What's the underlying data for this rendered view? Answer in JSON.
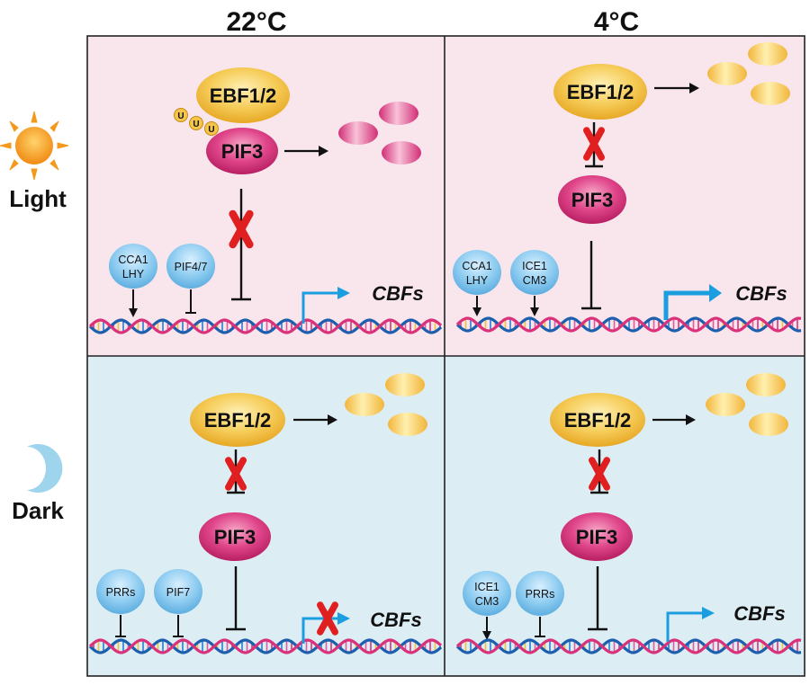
{
  "columns": [
    "22°C",
    "4°C"
  ],
  "rows": [
    "Light",
    "Dark"
  ],
  "icons": {
    "light": "sun-icon",
    "dark": "crescent-moon-icon",
    "ubiquitin": "ubiquitin-tag-icon",
    "block": "red-x-mark-icon"
  },
  "colors": {
    "light_bg": "#f8e6ec",
    "dark_bg": "#dcedf3",
    "ebf": "#f4c54a",
    "pif3": "#d9327a",
    "factor": "#7ec3ec",
    "cbf_arrow": "#1a9ee0",
    "block_x": "#e02020",
    "sun": "#f39a1e",
    "moon": "#9ed4ec"
  },
  "labels": {
    "ebf": "EBF1/2",
    "pif3": "PIF3",
    "cbfs": "CBFs",
    "ubiquitin": "U"
  },
  "panels": [
    {
      "id": "light-22",
      "factors": [
        {
          "lines": [
            "CCA1",
            "LHY"
          ],
          "effect": "activate"
        },
        {
          "lines": [
            "PIF4/7"
          ],
          "effect": "repress"
        }
      ],
      "pif3_represses_cbfs": "blocked",
      "cbfs_expressed": true
    },
    {
      "id": "light-4",
      "factors": [
        {
          "lines": [
            "CCA1",
            "LHY"
          ],
          "effect": "activate"
        },
        {
          "lines": [
            "ICE1",
            "CM3"
          ],
          "effect": "activate"
        }
      ],
      "pif3_represses_cbfs": true,
      "cbfs_expressed": "strong"
    },
    {
      "id": "dark-22",
      "factors": [
        {
          "lines": [
            "PRRs"
          ],
          "effect": "repress"
        },
        {
          "lines": [
            "PIF7"
          ],
          "effect": "repress"
        }
      ],
      "pif3_represses_cbfs": true,
      "cbfs_expressed": "blocked"
    },
    {
      "id": "dark-4",
      "factors": [
        {
          "lines": [
            "ICE1",
            "CM3"
          ],
          "effect": "activate"
        },
        {
          "lines": [
            "PRRs"
          ],
          "effect": "repress"
        }
      ],
      "pif3_represses_cbfs": true,
      "cbfs_expressed": true
    }
  ]
}
